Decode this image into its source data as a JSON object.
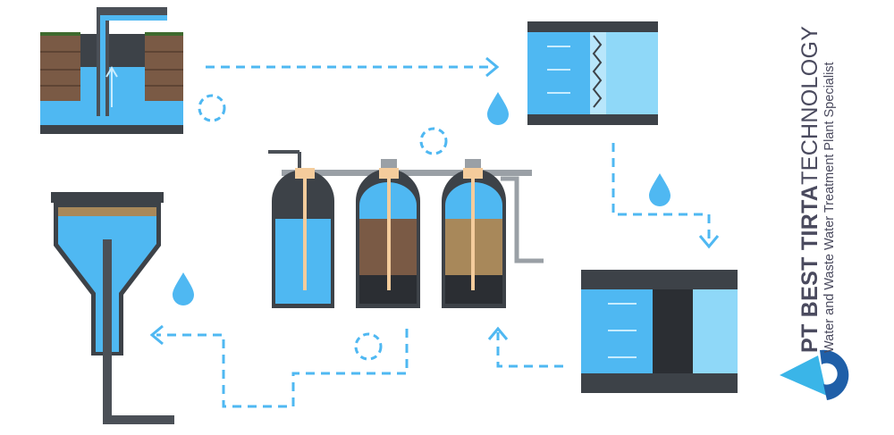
{
  "brand": {
    "name_bold": "PT BEST TIRTA",
    "name_light": "TECHNOLOGY",
    "tagline": "Water and Waste Water Treatment Plant Specialist"
  },
  "colors": {
    "water": "#4fb8f2",
    "water_light": "#8fd8f8",
    "flow_arrow": "#4fb8f2",
    "pipe": "#4b5057",
    "soil": "#7a5a45",
    "sand": "#a8885a",
    "gravel": "#2b2e33",
    "logo_light": "#3ab5e8",
    "logo_dark": "#1f5fa8"
  }
}
